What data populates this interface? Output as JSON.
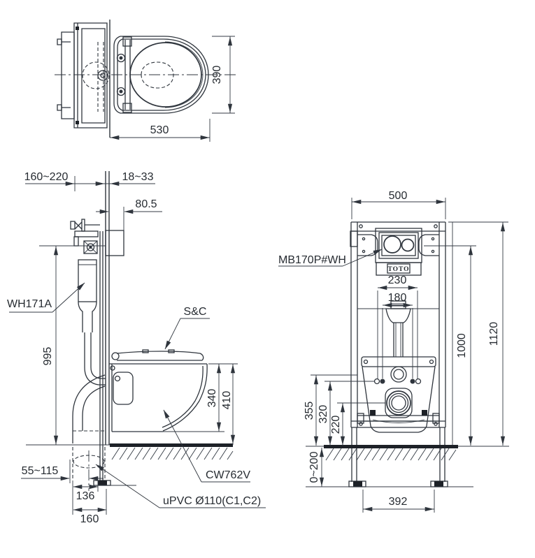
{
  "drawing": {
    "product_labels": {
      "tank": "WH171A",
      "seat": "S&C",
      "bowl": "CW762V",
      "drain_pipe": "uPVC Ø110(C1,C2)",
      "flush_plate": "MB170P#WH",
      "logo": "TOTO"
    },
    "top_view": {
      "seat_width": "530",
      "seat_depth": "390"
    },
    "side_view": {
      "frame_to_wall": "160~220",
      "panel_thickness": "18~33",
      "flush_bend_offset": "80.5",
      "tank_height": "995",
      "bowl_bottom_height": "340",
      "rim_height": "410",
      "outlet_offset": "55~115",
      "frame_depth_inner": "136",
      "frame_depth": "160"
    },
    "front_view": {
      "frame_width": "500",
      "bolt_spacing_outer": "230",
      "bolt_spacing_inner": "180",
      "plate_height": "1000",
      "frame_height": "1120",
      "inlet_height": "355",
      "bolt_height": "320",
      "outlet_height": "220",
      "leg_adjustment": "0~200",
      "foot_spacing": "392"
    }
  }
}
